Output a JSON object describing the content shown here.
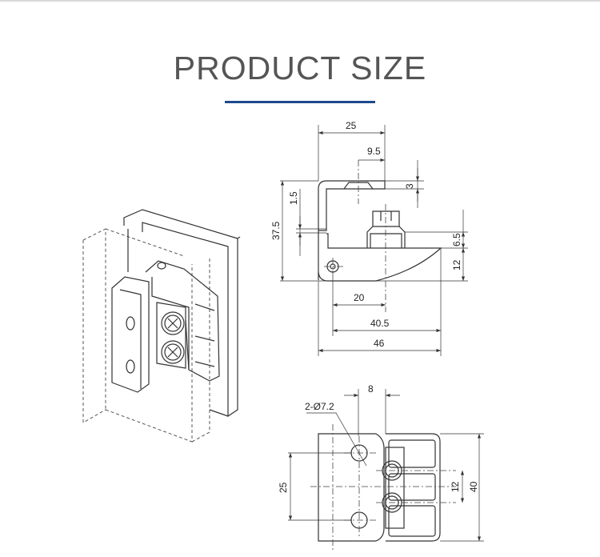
{
  "header": {
    "title": "PRODUCT SIZE",
    "accent_color": "#1d4a8c"
  },
  "side_view": {
    "dims": {
      "width_top": "25",
      "offset_top": "9.5",
      "thickness": "3",
      "gap": "1.5",
      "height": "37.5",
      "screw_height": "6.5",
      "base_height": "12",
      "pivot_to_screw": "20",
      "pivot_to_end": "40.5",
      "overall_length": "46"
    }
  },
  "front_view": {
    "dims": {
      "hole_spec": "2-Ø7.2",
      "hole_offset": "8",
      "hole_spacing": "25",
      "screw_spacing": "12",
      "overall_height": "40"
    }
  }
}
